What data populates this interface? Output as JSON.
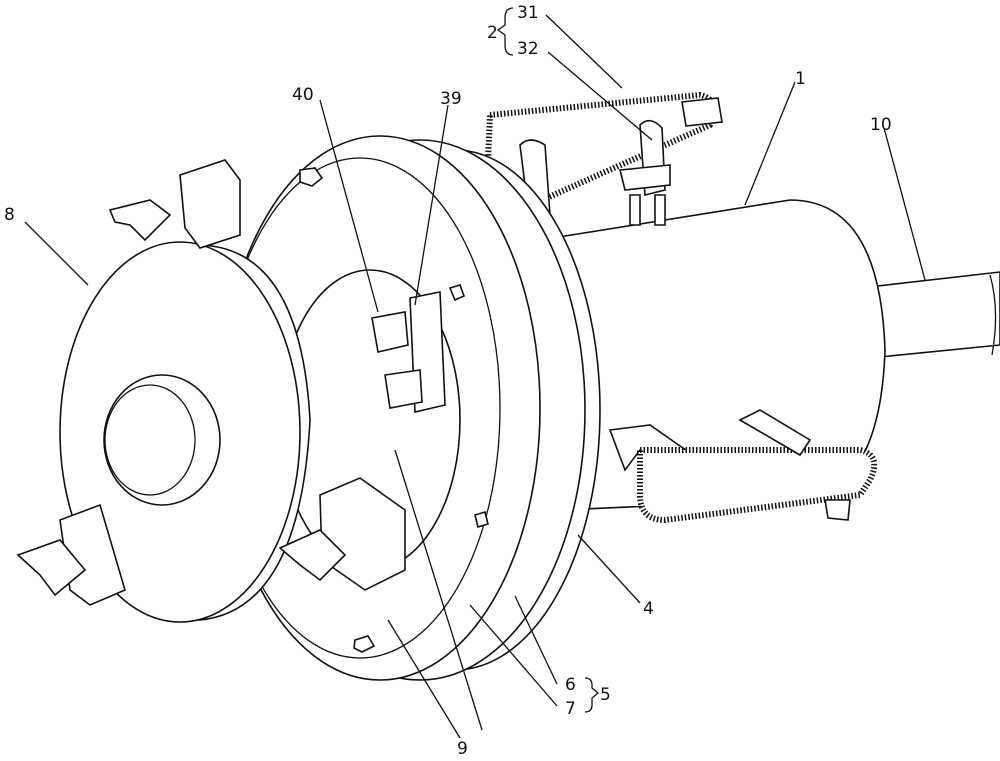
{
  "title": "Patent drawing - pipe inner wall cleaning device (perspective view)",
  "labels": {
    "l1": "1",
    "l2": "2",
    "l31": "31",
    "l32": "32",
    "l4": "4",
    "l5": "5",
    "l6": "6",
    "l7": "7",
    "l8": "8",
    "l9": "9",
    "l10": "10",
    "l39": "39",
    "l40": "40"
  }
}
